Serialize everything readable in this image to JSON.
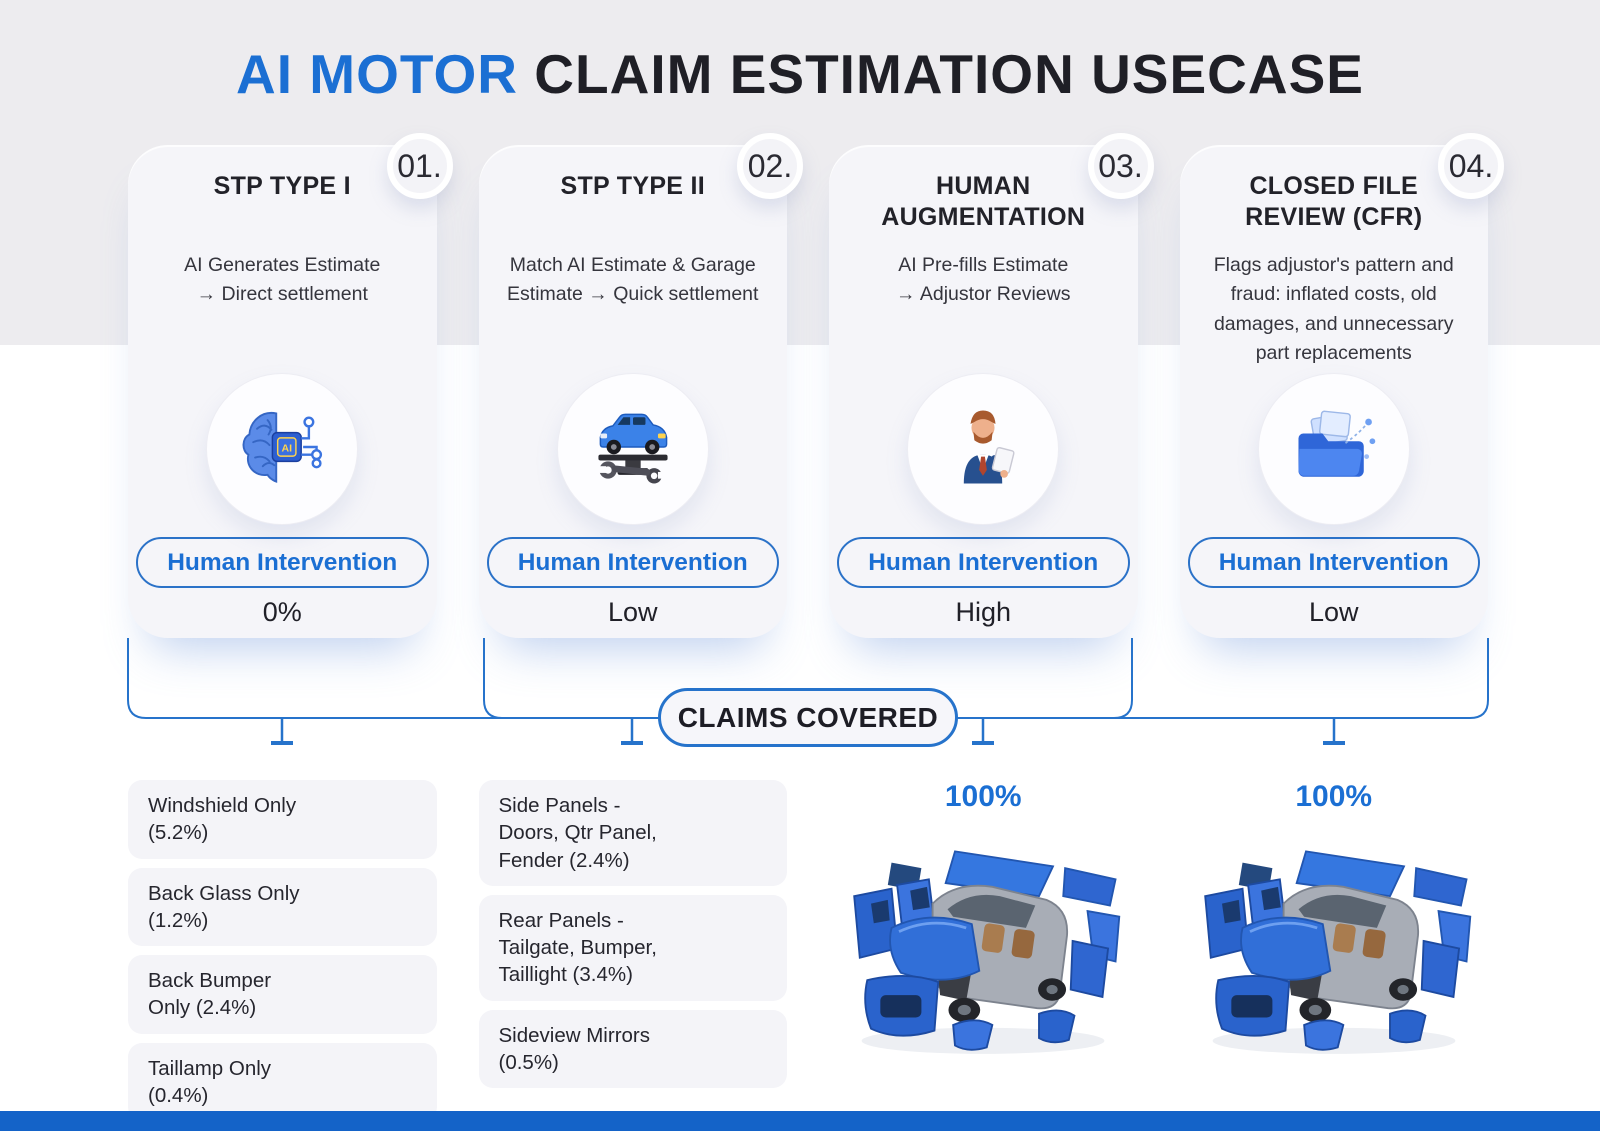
{
  "title": {
    "highlight": "AI MOTOR",
    "rest": " CLAIM ESTIMATION USECASE"
  },
  "cards": [
    {
      "number": "01.",
      "title": "STP TYPE I",
      "description": "AI Generates Estimate\n→ Direct settlement",
      "icon": "brain-chip-icon",
      "pill_label": "Human Intervention",
      "intervention_value": "0%"
    },
    {
      "number": "02.",
      "title": "STP TYPE II",
      "description": "Match AI Estimate & Garage\nEstimate → Quick settlement",
      "icon": "car-service-icon",
      "pill_label": "Human Intervention",
      "intervention_value": "Low"
    },
    {
      "number": "03.",
      "title": "HUMAN\nAUGMENTATION",
      "description": "AI Pre-fills Estimate\n→ Adjustor Reviews",
      "icon": "adjustor-icon",
      "pill_label": "Human Intervention",
      "intervention_value": "High"
    },
    {
      "number": "04.",
      "title": "CLOSED FILE\nREVIEW (CFR)",
      "description": "Flags adjustor's pattern and\nfraud: inflated costs, old\ndamages, and unnecessary\npart replacements",
      "icon": "folder-files-icon",
      "pill_label": "Human Intervention",
      "intervention_value": "Low"
    }
  ],
  "claims_covered": {
    "label": "CLAIMS COVERED",
    "column1": {
      "items": [
        "Windshield Only\n(5.2%)",
        "Back Glass Only\n(1.2%)",
        "Back Bumper\nOnly (2.4%)",
        "Taillamp Only\n(0.4%)"
      ]
    },
    "column2": {
      "items": [
        "Side Panels -\nDoors, Qtr Panel,\nFender (2.4%)",
        "Rear Panels -\nTailgate, Bumper,\nTaillight (3.4%)",
        "Sideview Mirrors\n(0.5%)"
      ]
    },
    "column3": {
      "percentage": "100%",
      "image": "exploded-car-image"
    },
    "column4": {
      "percentage": "100%",
      "image": "exploded-car-image"
    }
  },
  "colors": {
    "accent_blue": "#1B6FD3",
    "line_blue": "#2673CB",
    "footer_blue": "#1463C8",
    "header_gray": "#EDECEF",
    "card_bg": "#F5F5F9",
    "list_box_bg": "#F4F4F8",
    "text_dark": "#1F1F26"
  }
}
